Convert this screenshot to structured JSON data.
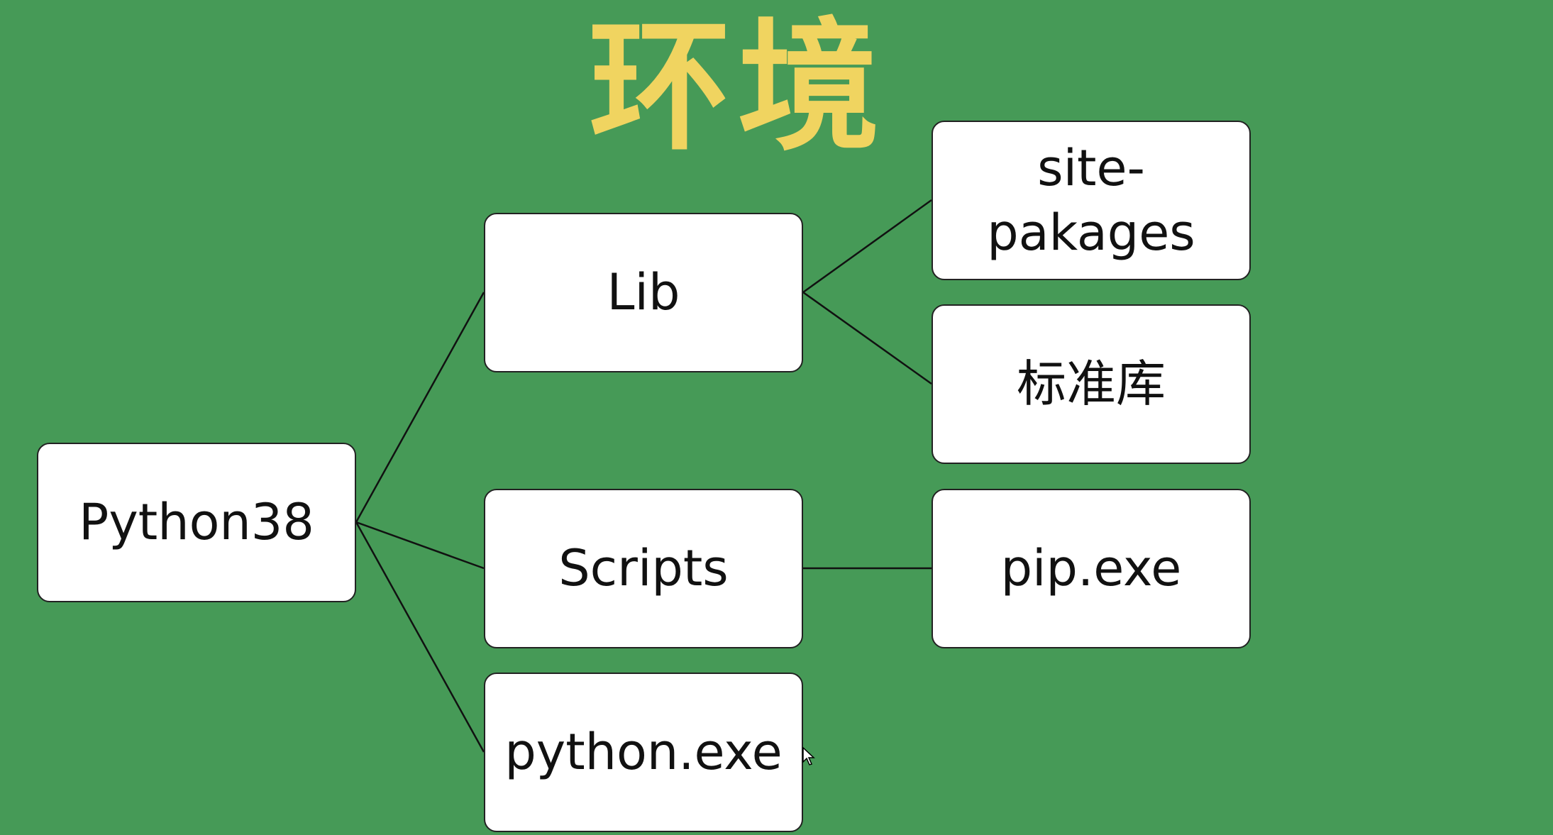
{
  "title": "环境",
  "colors": {
    "background": "#469a57",
    "title": "#f0d460",
    "node_fill": "#ffffff",
    "node_border": "#222222",
    "edge": "#111111"
  },
  "nodes": {
    "python38": "Python38",
    "lib": "Lib",
    "scripts": "Scripts",
    "python_exe": "python.exe",
    "site_packages_line1": "site-",
    "site_packages_line2": "pakages",
    "stdlib": "标准库",
    "pip_exe": "pip.exe"
  },
  "edges": [
    {
      "from": "python38",
      "to": "lib"
    },
    {
      "from": "python38",
      "to": "scripts"
    },
    {
      "from": "python38",
      "to": "python_exe"
    },
    {
      "from": "lib",
      "to": "site_packages"
    },
    {
      "from": "lib",
      "to": "stdlib"
    },
    {
      "from": "scripts",
      "to": "pip_exe"
    }
  ]
}
